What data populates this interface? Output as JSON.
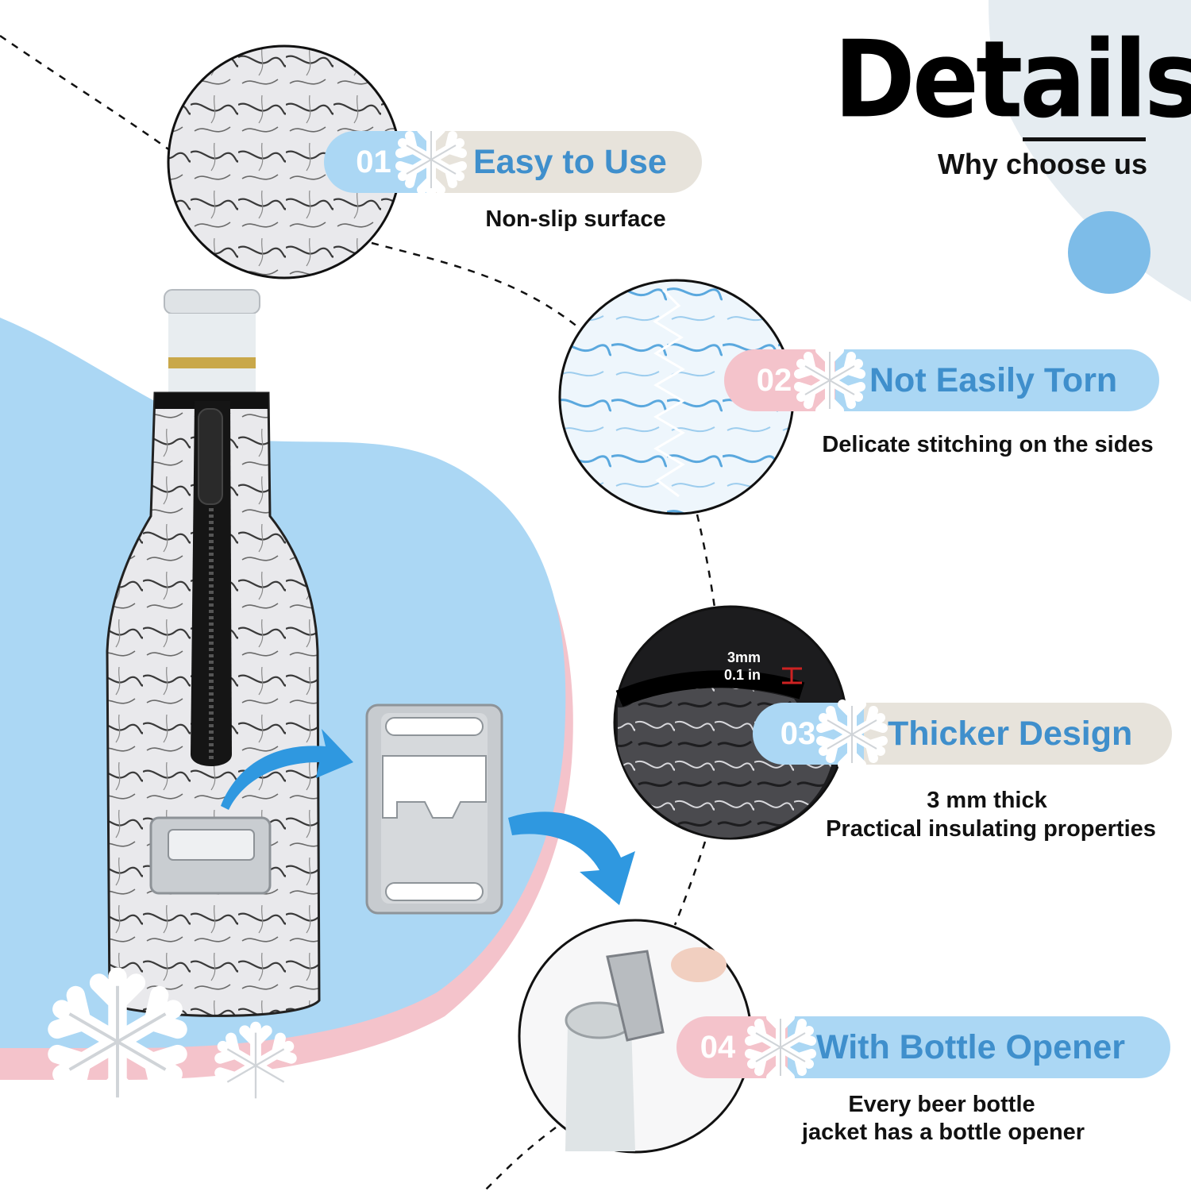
{
  "header": {
    "title": "Details",
    "subtitle": "Why choose us"
  },
  "features": [
    {
      "number": "01",
      "label": "Easy to Use",
      "description": [
        "Non-slip surface"
      ]
    },
    {
      "number": "02",
      "label": "Not Easily Torn",
      "description": [
        "Delicate stitching on the sides"
      ]
    },
    {
      "number": "03",
      "label": "Thicker Design",
      "description": [
        "3 mm thick",
        "Practical insulating properties"
      ]
    },
    {
      "number": "04",
      "label": "With Bottle Opener",
      "description": [
        "Every beer bottle",
        "jacket has a bottle opener"
      ]
    }
  ],
  "thickness_callout": {
    "mm": "3mm",
    "inch": "0.1 in"
  },
  "colors": {
    "light_blue": "#abd7f4",
    "accent_blue": "#3f8fcc",
    "dot_blue": "#7dbce8",
    "pink": "#f4c3cb",
    "beige": "#e7e3db",
    "corner_grey": "#e5ecf1"
  },
  "icons": [
    "snowflake-icon",
    "arrow-icon",
    "bottle-opener-icon"
  ]
}
